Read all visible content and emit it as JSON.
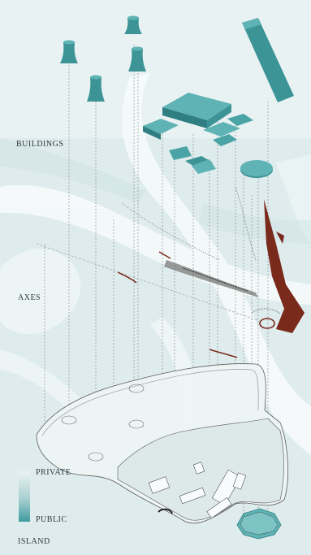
{
  "labels": {
    "buildings": "BUILDINGS",
    "axes": "AXES",
    "private": "PRIVATE",
    "public": "PUBLIC",
    "island": "ISLAND"
  },
  "legend": {
    "gradient_from": "#eaf3f3",
    "gradient_to": "#3f9ca0"
  },
  "colors": {
    "background": "#e8f0f1",
    "water": "#f7fbfb",
    "building_teal": "#3d9497",
    "building_top": "#5fb3b4",
    "axis_rust": "#7a2a1a",
    "island_stroke": "#555555"
  }
}
